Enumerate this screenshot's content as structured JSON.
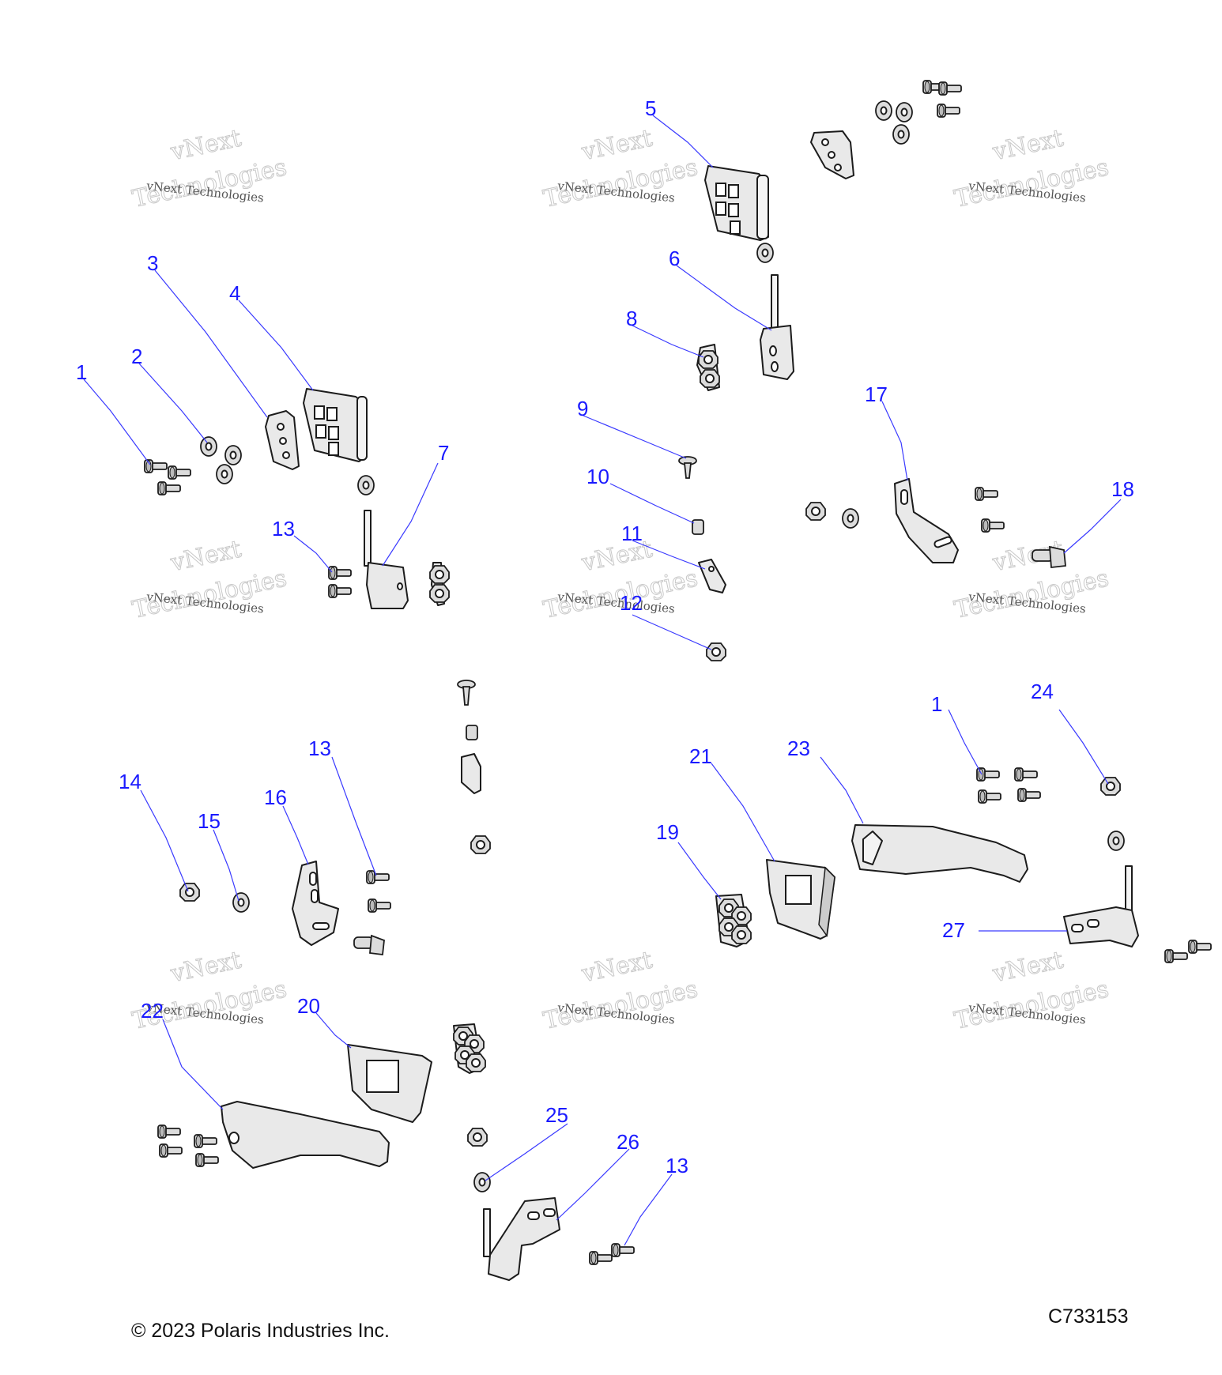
{
  "watermark": {
    "brand_top": "vNext",
    "brand_line": "vNext Technologies",
    "brand_bottom": "Technologies"
  },
  "callouts": [
    "1",
    "2",
    "3",
    "4",
    "5",
    "6",
    "7",
    "8",
    "9",
    "10",
    "11",
    "12",
    "13",
    "17",
    "18",
    "14",
    "15",
    "16",
    "13",
    "1",
    "24",
    "21",
    "23",
    "19",
    "27",
    "22",
    "20",
    "25",
    "26",
    "13"
  ],
  "footer": {
    "copyright": "© 2023 Polaris Industries Inc.",
    "diagram_id": "C733153"
  }
}
